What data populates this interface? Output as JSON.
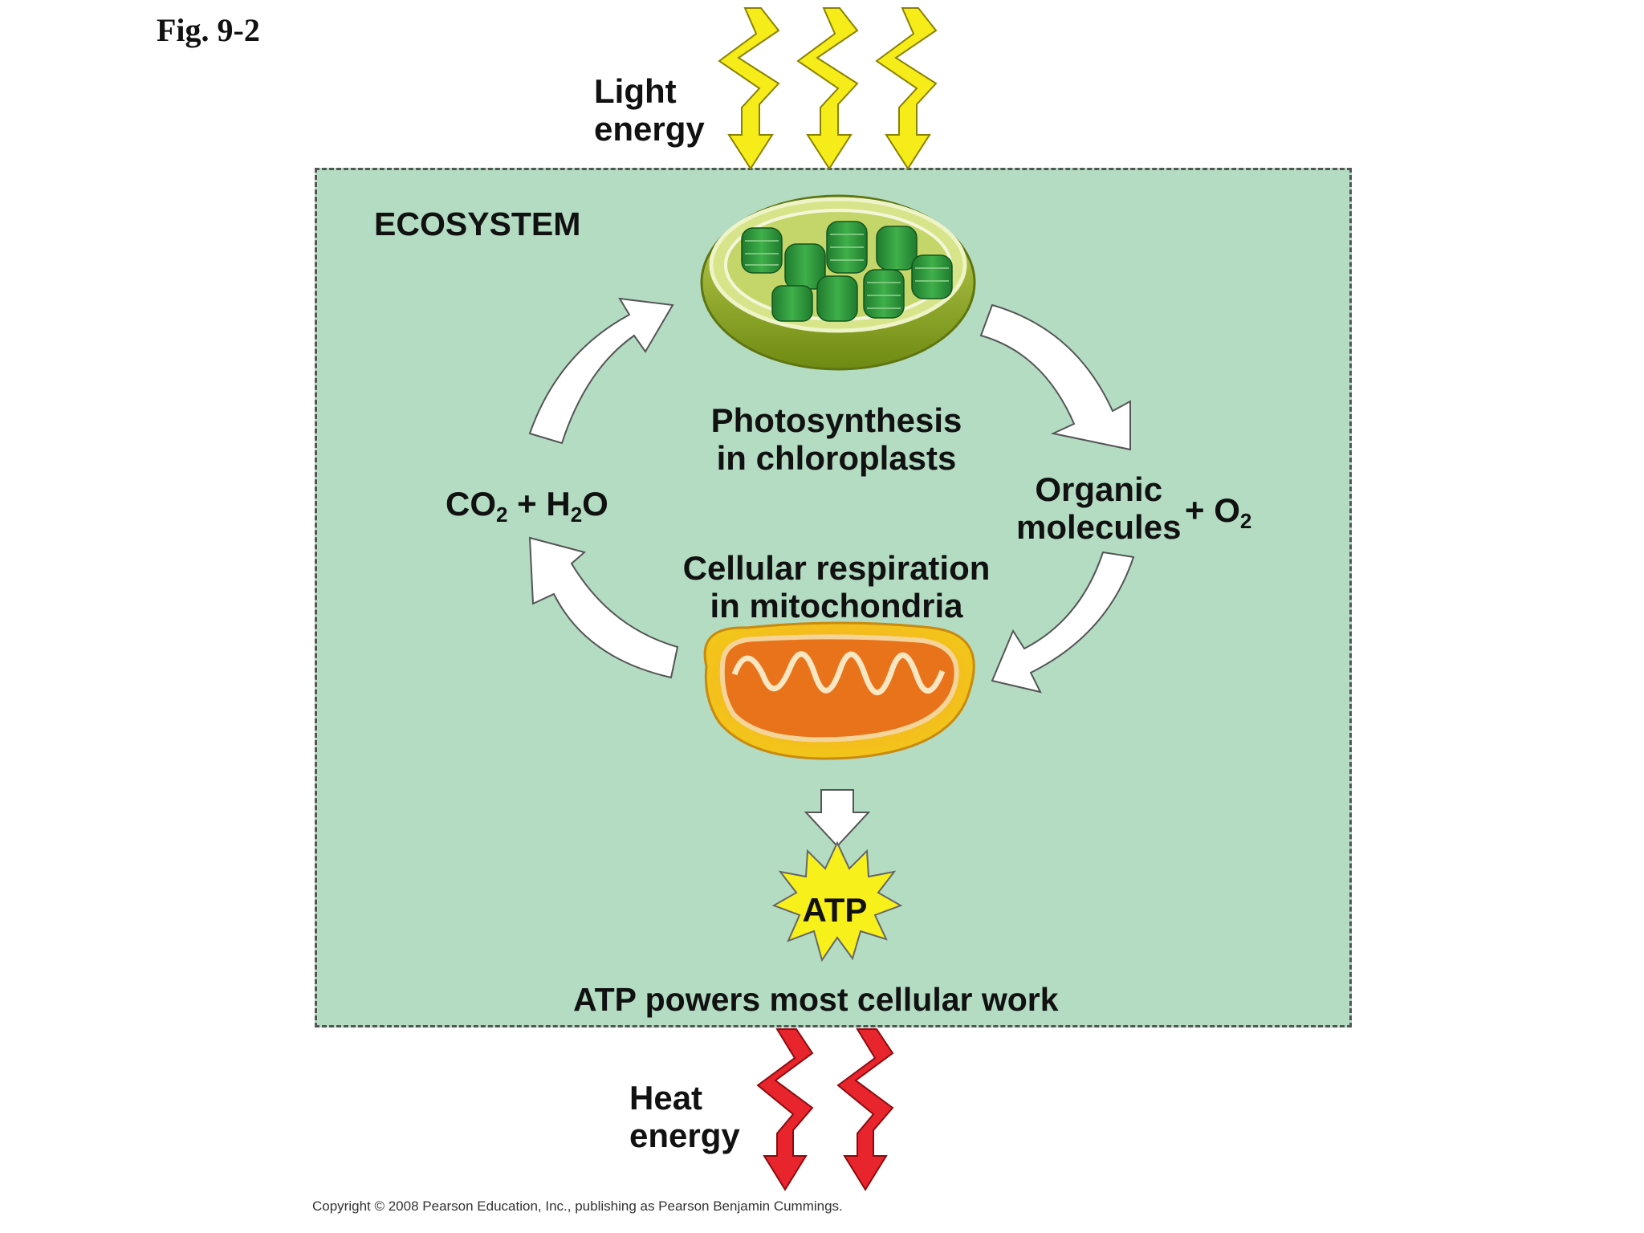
{
  "figure_label": "Fig. 9-2",
  "ecosystem_label": "ECOSYSTEM",
  "light_energy": [
    "Light",
    "energy"
  ],
  "heat_energy": [
    "Heat",
    "energy"
  ],
  "photosynthesis": [
    "Photosynthesis",
    "in chloroplasts"
  ],
  "respiration": [
    "Cellular respiration",
    "in mitochondria"
  ],
  "inputs": {
    "co2": "CO",
    "sub2": "2",
    "plus_h": " + H",
    "sub2b": "2",
    "o": "O"
  },
  "outputs": {
    "organic": [
      "Organic",
      "molecules"
    ],
    "plus_o": "+ O",
    "sub2": "2"
  },
  "atp": "ATP",
  "atp_caption": "ATP powers most cellular work",
  "copyright": "Copyright © 2008 Pearson Education, Inc., publishing as Pearson Benjamin Cummings.",
  "colors": {
    "ecosystem_bg": "#b3dcc3",
    "light": "#f5ec1a",
    "heat": "#e8242c",
    "atp_burst": "#f7f01a"
  },
  "icons": [
    "lightning-icon",
    "chloroplast-icon",
    "mitochondrion-icon",
    "cycle-arrow-icon",
    "atp-burst-icon"
  ]
}
